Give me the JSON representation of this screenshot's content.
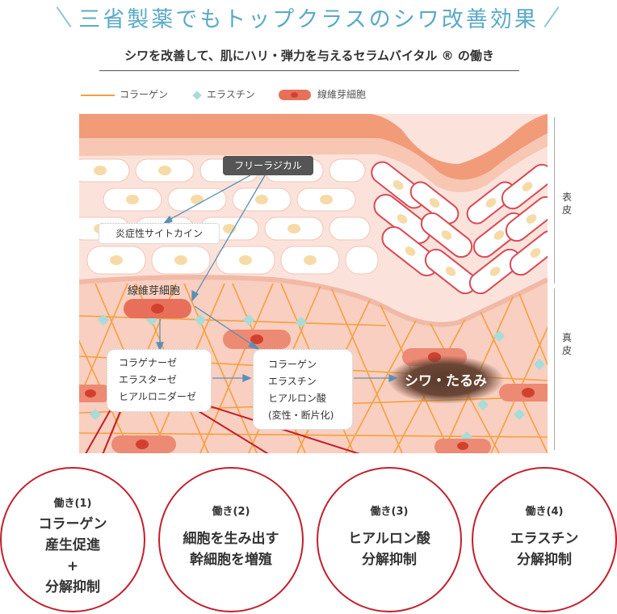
{
  "title": "三省製薬でもトップクラスのシワ改善効果",
  "subtitle": "シワを改善して、肌にハリ・弾力を与えるセラムバイタル ® の働き",
  "legend": {
    "collagen": "コラーゲン",
    "elastin": "エラスチン",
    "fibroblast": "線維芽細胞"
  },
  "diagram": {
    "free_radical": "フリーラジカル",
    "cytokine": "炎症性サイトカイン",
    "fibroblast": "線維芽細胞",
    "enzymes": [
      "コラゲナーゼ",
      "エラスターゼ",
      "ヒアルロニダーゼ"
    ],
    "components": [
      "コラーゲン",
      "エラスチン",
      "ヒアルロン酸",
      "(変性・断片化)"
    ],
    "wrinkle": "シワ・たるみ"
  },
  "layers": {
    "epidermis": [
      "表",
      "皮"
    ],
    "dermis": [
      "真",
      "皮"
    ]
  },
  "actions": [
    {
      "label": "働き(1)",
      "text": [
        "コラーゲン",
        "産生促進",
        "+",
        "分解抑制"
      ]
    },
    {
      "label": "働き(2)",
      "text": [
        "細胞を生み出す",
        "幹細胞を増殖"
      ]
    },
    {
      "label": "働き(3)",
      "text": [
        "ヒアルロン酸",
        "分解抑制"
      ]
    },
    {
      "label": "働き(4)",
      "text": [
        "エラスチン",
        "分解抑制"
      ]
    }
  ],
  "colors": {
    "title": "#5aaac8",
    "accent": "#c21f2c",
    "fibroblast": "#e8705a",
    "collagen": "#f5a040",
    "elastin": "#a8dcd8"
  }
}
